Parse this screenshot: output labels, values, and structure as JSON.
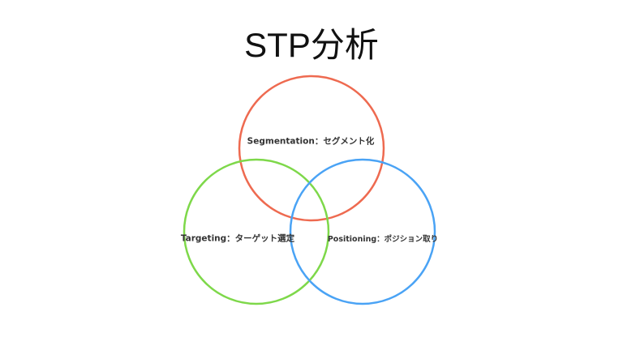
{
  "title": "STP分析",
  "circles": [
    {
      "id": "segmentation",
      "label": "Segmentation：セグメント化",
      "color": "#ee6a50"
    },
    {
      "id": "targeting",
      "label": "Targeting：ターゲット選定",
      "color": "#7ed84a"
    },
    {
      "id": "positioning",
      "label": "Positioning：ポジション取り",
      "color": "#4aa3f5"
    }
  ]
}
